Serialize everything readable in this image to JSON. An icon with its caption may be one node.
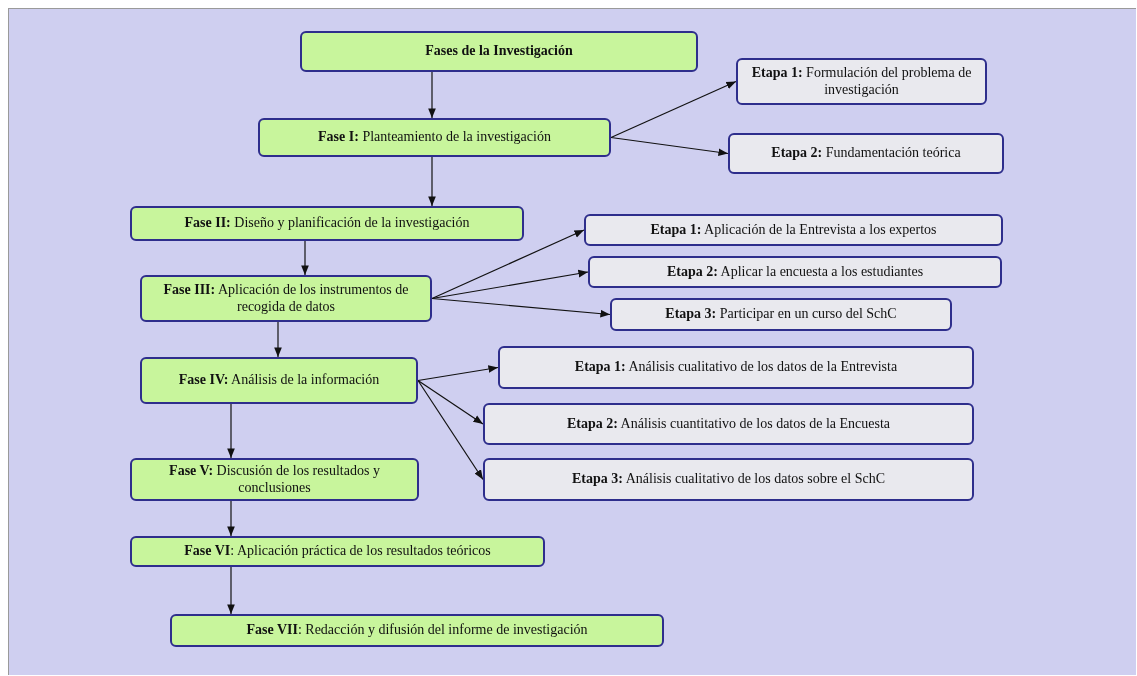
{
  "diagram": {
    "nodes": [
      {
        "text": [
          "Fases de la Investigación"
        ]
      },
      {
        "text": [
          "**Fase I:** Planteamiento de la investigación"
        ]
      },
      {
        "text": [
          "**Etapa 1:** Formulación del problema de investigación"
        ]
      },
      {
        "text": [
          "**Etapa 2:** Fundamentación teórica"
        ]
      },
      {
        "text": [
          "**Fase II:** Diseño y planificación de la investigación"
        ]
      },
      {
        "text": [
          "**Fase III:** Aplicación de los instrumentos de recogida de datos"
        ]
      },
      {
        "text": [
          "**Etapa 1:** Aplicación de la Entrevista a los expertos"
        ]
      },
      {
        "text": [
          "**Etapa 2:** Aplicar la encuesta a los estudiantes"
        ]
      },
      {
        "text": [
          "**Etapa 3:** Participar en un curso del SchC"
        ]
      },
      {
        "text": [
          "**Fase IV:** Análisis de la información"
        ]
      },
      {
        "text": [
          "**Etapa 1:** Análisis cualitativo de los datos de la Entrevista"
        ]
      },
      {
        "text": [
          "**Etapa 2:** Análisis cuantitativo de los datos de la Encuesta"
        ]
      },
      {
        "text": [
          "**Etapa 3:** Análisis cualitativo de los datos sobre el SchC"
        ]
      },
      {
        "text": [
          "**Fase V:** Discusión de los resultados y conclusiones"
        ]
      },
      {
        "text": [
          "**Fase VI**: Aplicación práctica de los resultados teóricos"
        ]
      },
      {
        "text": [
          "**Fase VII**: Redacción y difusión del informe de investigación"
        ]
      }
    ],
    "edges": [
      {
        "from": 0,
        "to": 1,
        "arrow": "to"
      },
      {
        "from": 1,
        "to": 2,
        "arrow": "to"
      },
      {
        "from": 1,
        "to": 3,
        "arrow": "to"
      },
      {
        "from": 1,
        "to": 4,
        "arrow": "to"
      },
      {
        "from": 4,
        "to": 5,
        "arrow": "to"
      },
      {
        "from": 5,
        "to": 6,
        "arrow": "to"
      },
      {
        "from": 5,
        "to": 7,
        "arrow": "to"
      },
      {
        "from": 5,
        "to": 8,
        "arrow": "to"
      },
      {
        "from": 5,
        "to": 9,
        "arrow": "to"
      },
      {
        "from": 9,
        "to": 10,
        "arrow": "to"
      },
      {
        "from": 9,
        "to": 11,
        "arrow": "to"
      },
      {
        "from": 9,
        "to": 12,
        "arrow": "to"
      },
      {
        "from": 9,
        "to": 13,
        "arrow": "to"
      },
      {
        "from": 13,
        "to": 14,
        "arrow": "to"
      },
      {
        "from": 14,
        "to": 15,
        "arrow": "to"
      }
    ]
  }
}
